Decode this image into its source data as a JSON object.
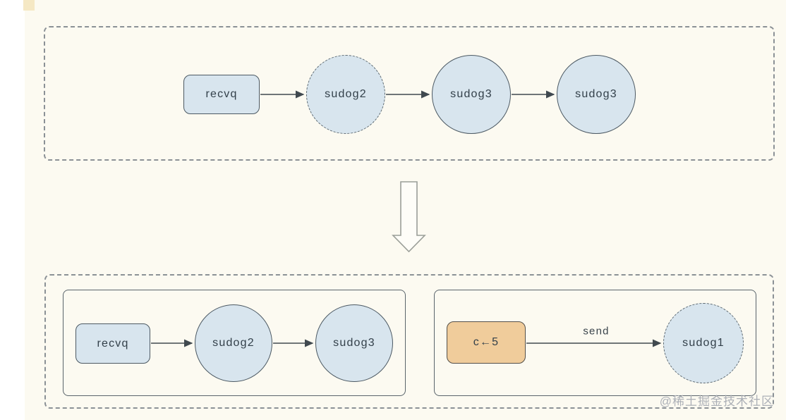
{
  "meta": {
    "watermark": "@稀土掘金技术社区"
  },
  "colors": {
    "background": "#FCFAF1",
    "left_strip": "#FFFFFF",
    "corner_accent": "#F5E8C4",
    "node_fill_blue": "#D8E5EE",
    "node_border": "#4C5963",
    "channel_fill_orange": "#F0CC9B",
    "dashed_container_border": "#8B9196",
    "solid_container_border": "#5A646B",
    "arrow_stroke": "#40494F",
    "big_arrow_outline": "#9A9E98",
    "watermark_text": "#ACB0B7"
  },
  "before": {
    "queue_label": "recvq",
    "nodes": [
      {
        "label": "sudog2",
        "border": "dashed"
      },
      {
        "label": "sudog3",
        "border": "solid"
      },
      {
        "label": "sudog3",
        "border": "solid"
      }
    ]
  },
  "transition": {
    "arrow_icon": "big-down-arrow"
  },
  "after": {
    "left_group": {
      "queue_label": "recvq",
      "nodes": [
        {
          "label": "sudog2",
          "border": "solid"
        },
        {
          "label": "sudog3",
          "border": "solid"
        }
      ]
    },
    "right_group": {
      "channel_label": "c←5",
      "edge_label": "send",
      "node": {
        "label": "sudog1",
        "border": "dashed"
      }
    }
  }
}
